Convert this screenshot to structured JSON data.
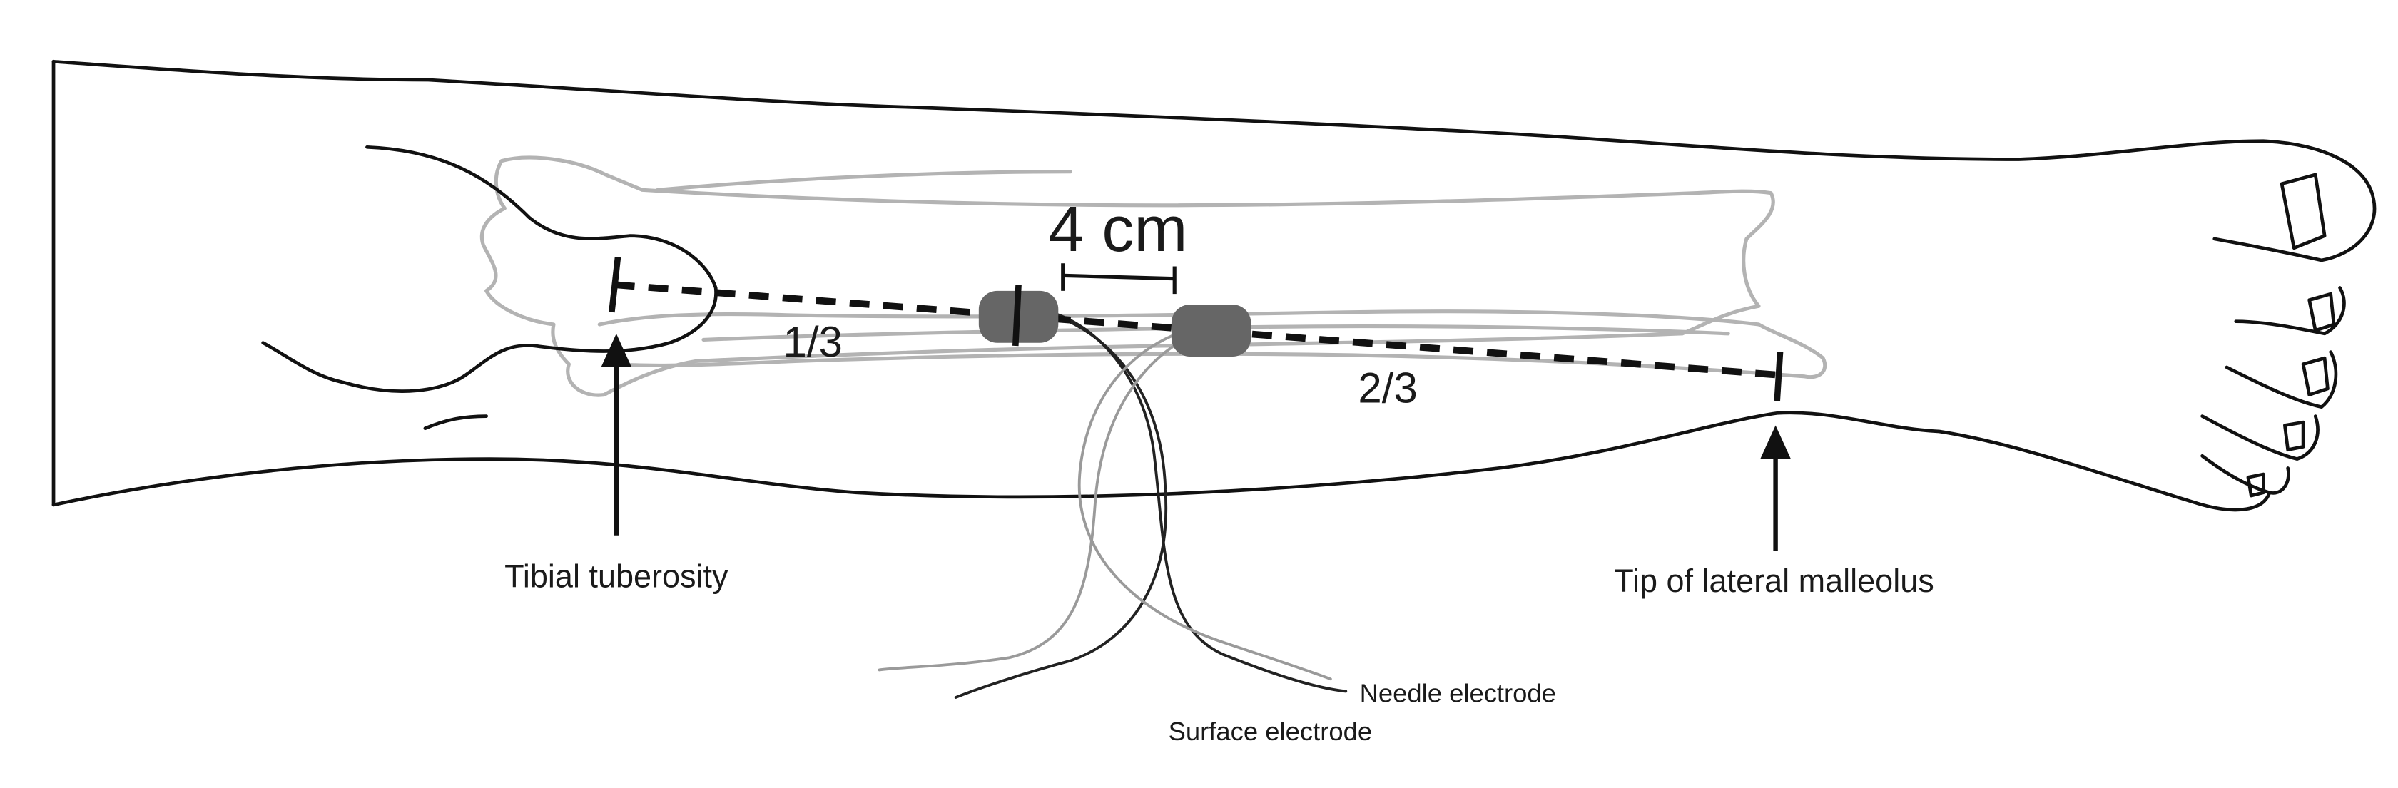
{
  "labels": {
    "tibial_tuberosity": "Tibial tuberosity",
    "lateral_malleolus": "Tip of lateral malleolus",
    "distance": "4 cm",
    "one_third": "1/3",
    "two_thirds": "2/3",
    "needle_electrode": "Needle electrode",
    "surface_electrode": "Surface electrode"
  },
  "colors": {
    "outline": "#111111",
    "bone": "#b3b3b3",
    "electrode": "#666666",
    "wire_needle": "#222222",
    "wire_surface": "#9a9a9a"
  }
}
